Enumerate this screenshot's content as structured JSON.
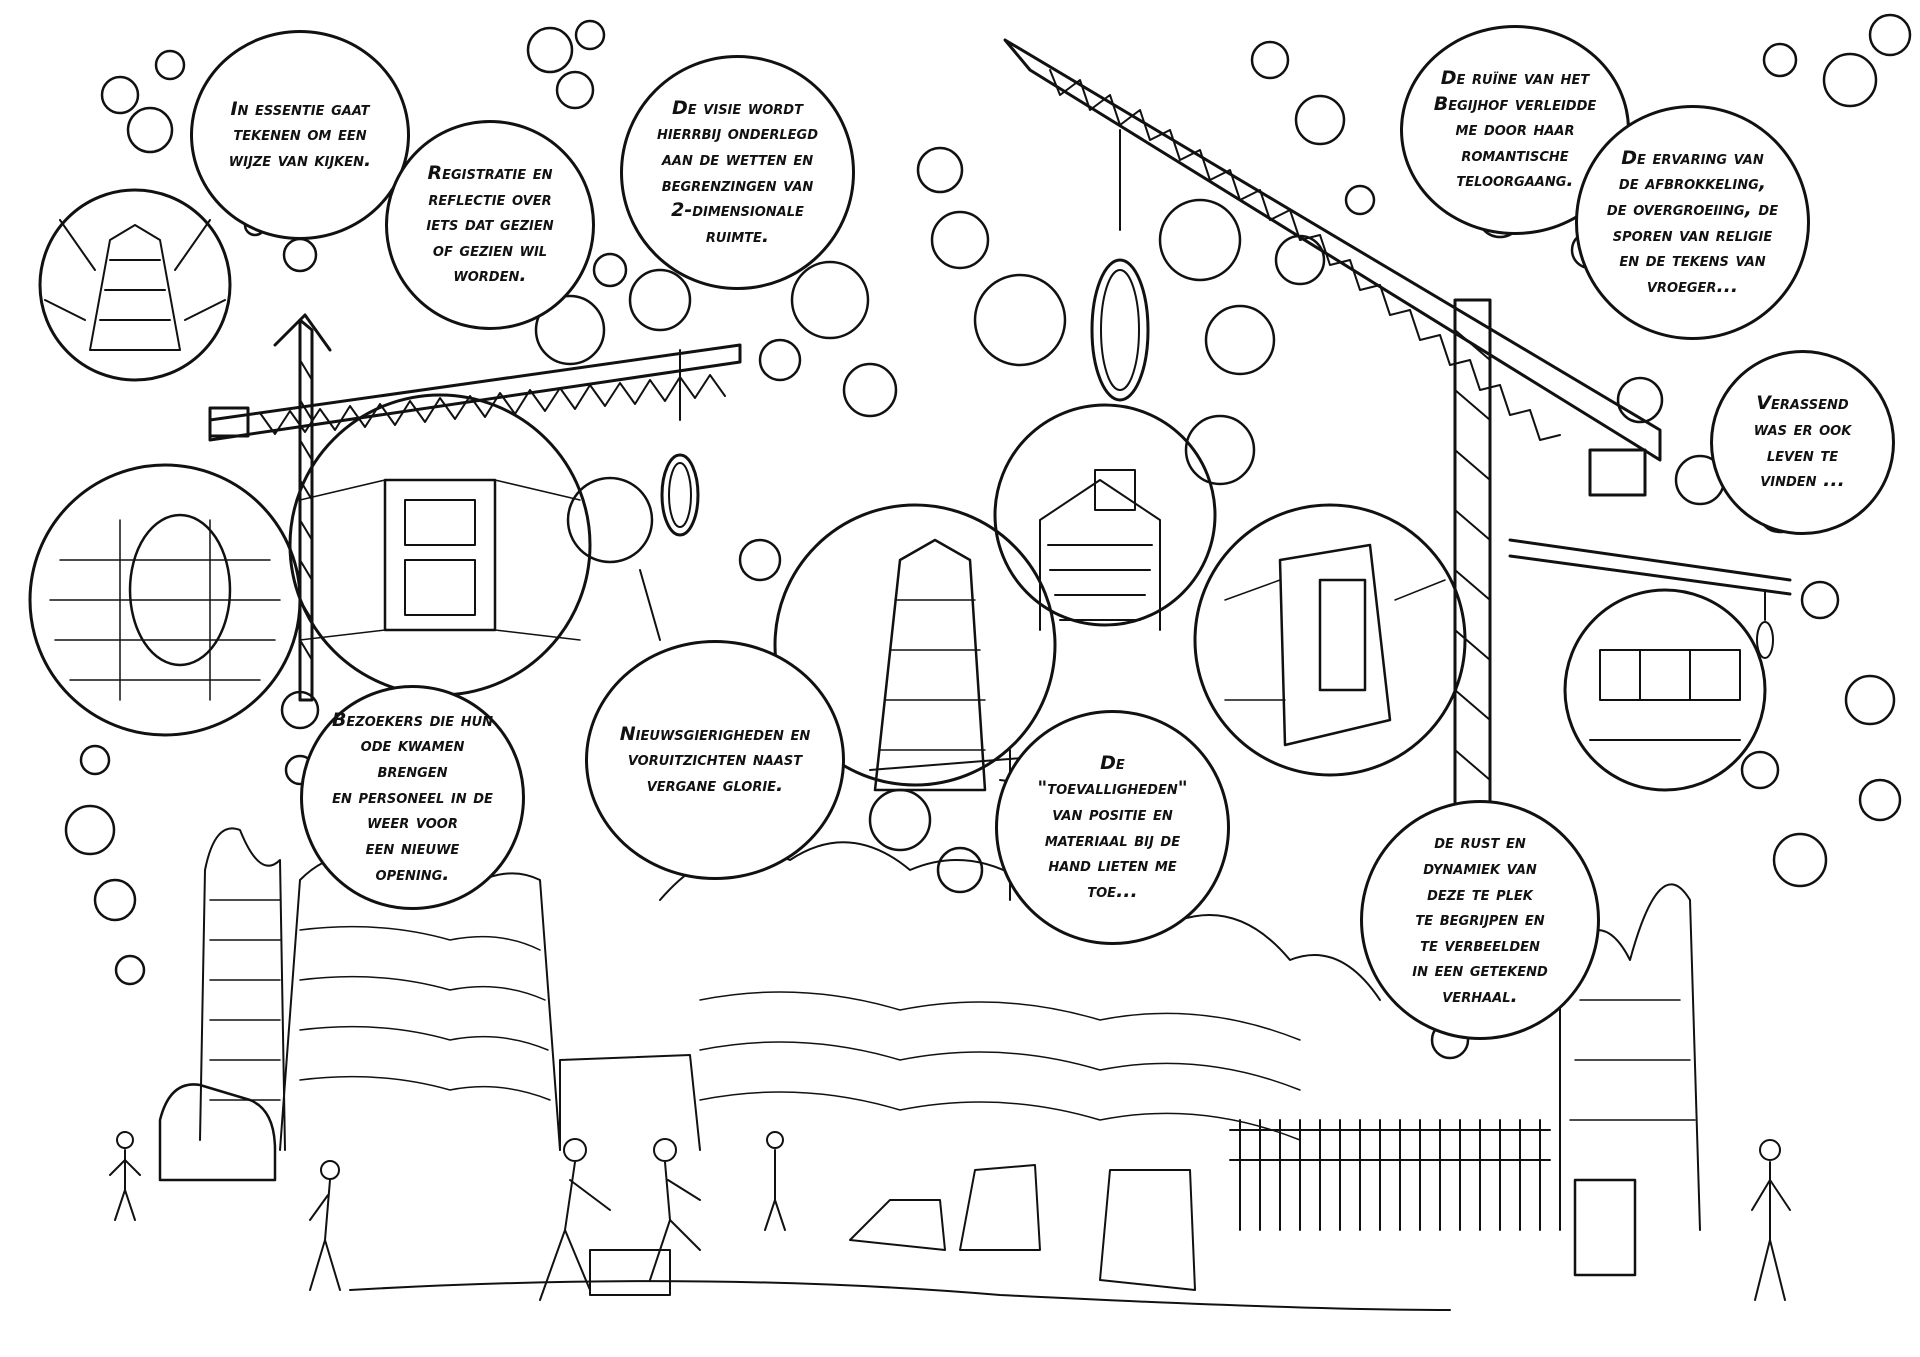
{
  "colors": {
    "ink": "#111111",
    "paper": "#ffffff"
  },
  "bubbles": [
    {
      "id": "b1",
      "text": "In essentie gaat\ntekenen om een\nwijze van kijken."
    },
    {
      "id": "b2",
      "text": "Registratie en\nreflectie over\niets dat gezien\nof gezien wil\nworden."
    },
    {
      "id": "b3",
      "text": "De visie wordt\nhierrbij onderlegd\naan de wetten en\nbegrenzingen van\n2-dimensionale\nruimte."
    },
    {
      "id": "b4",
      "text": "De ruïne van het\nBegijhof verleidde\nme door haar\nromantische\nteloorgaang."
    },
    {
      "id": "b5",
      "text": "De ervaring van\nde afbrokkeling,\nde overgroeiing, de\nsporen van religie\nen de tekens van\nvroeger..."
    },
    {
      "id": "b6",
      "text": "Verassend\nwas er ook\nleven te\nvinden ..."
    },
    {
      "id": "b7",
      "text": "Bezoekers die hun\node kwamen brengen\nen personeel in de\nweer voor\neen nieuwe\nopening."
    },
    {
      "id": "b8",
      "text": "Nieuwsgierigheden en\nvoruitzichten naast\nvergane glorie."
    },
    {
      "id": "b9",
      "text": "De\n\"toevalligheden\"\nvan positie en\nmateriaal bij de\nhand lieten me\ntoe..."
    },
    {
      "id": "b10",
      "text": "de rust en\ndynamiek van\ndeze te plek\nte begrijpen en\nte verbeelden\nin een getekend\nverhaal."
    }
  ]
}
